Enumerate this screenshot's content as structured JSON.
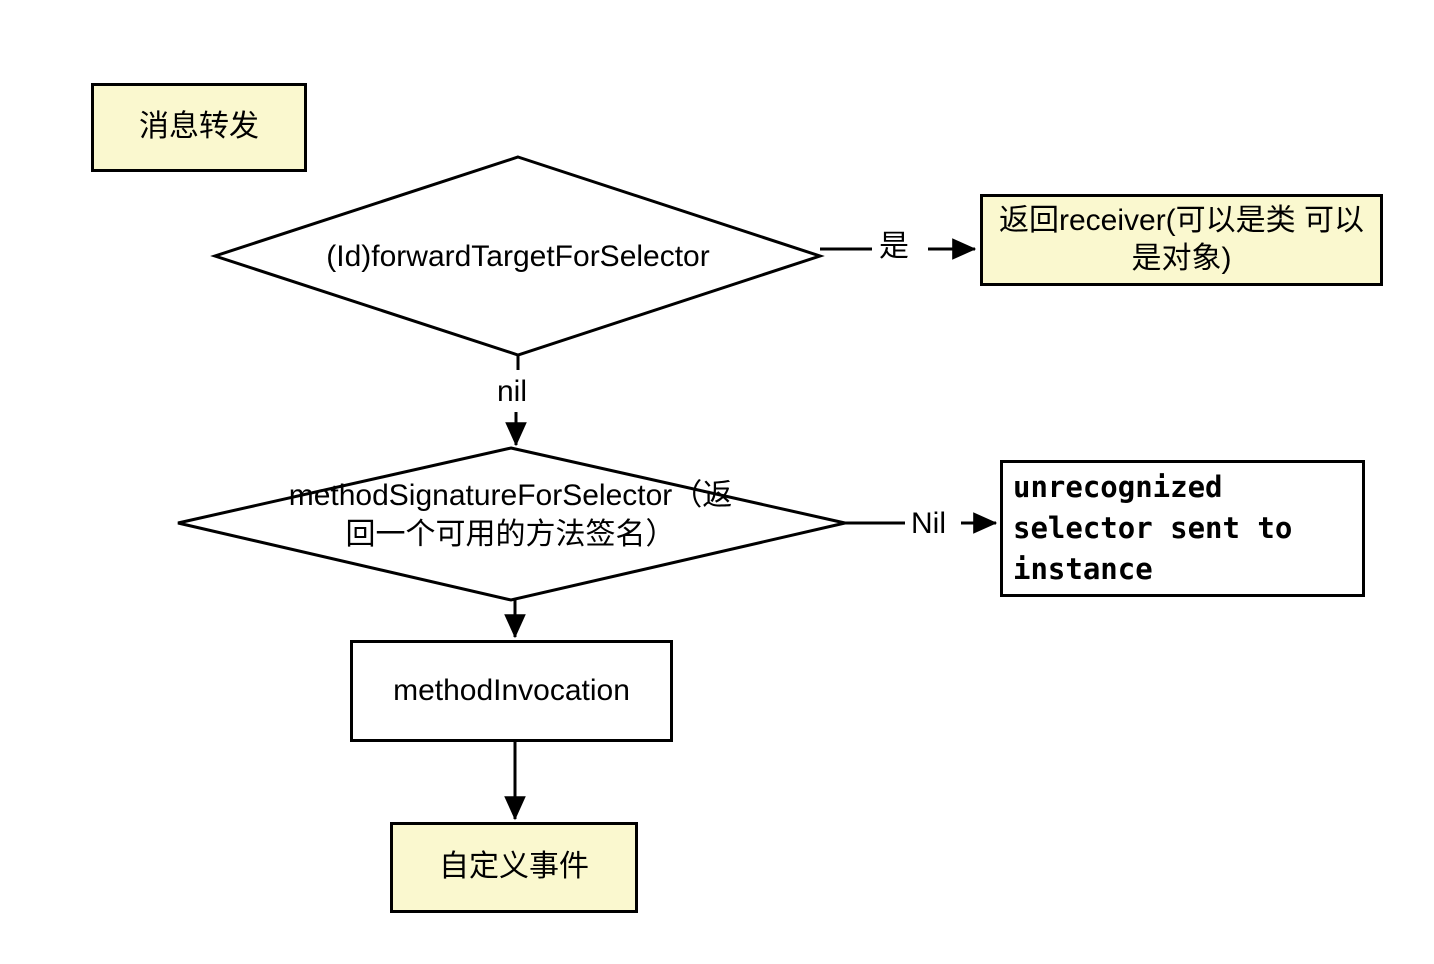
{
  "diagram": {
    "title": "消息转发",
    "colors": {
      "highlight_fill": "#faf8cf",
      "plain_fill": "#ffffff",
      "stroke": "#000000"
    },
    "nodes": {
      "start": {
        "label": "消息转发",
        "shape": "rect",
        "fill": "#faf8cf"
      },
      "forward_target": {
        "label": "(Id)forwardTargetForSelector",
        "shape": "diamond",
        "fill": "#ffffff"
      },
      "return_receiver": {
        "label": "返回receiver(可以是类 可以是对象)",
        "shape": "rect",
        "fill": "#faf8cf"
      },
      "method_signature": {
        "label": "methodSignatureForSelector（返\n回一个可用的方法签名）",
        "shape": "diamond",
        "fill": "#ffffff"
      },
      "unrecognized": {
        "label": "unrecognized selector sent to instance",
        "shape": "rect",
        "fill": "#ffffff"
      },
      "method_invocation": {
        "label": "methodInvocation",
        "shape": "rect",
        "fill": "#ffffff"
      },
      "custom_event": {
        "label": "自定义事件",
        "shape": "rect",
        "fill": "#faf8cf"
      }
    },
    "edges": [
      {
        "from": "forward_target",
        "to": "return_receiver",
        "label": "是"
      },
      {
        "from": "forward_target",
        "to": "method_signature",
        "label": "nil"
      },
      {
        "from": "method_signature",
        "to": "unrecognized",
        "label": "Nil"
      },
      {
        "from": "method_signature",
        "to": "method_invocation",
        "label": ""
      },
      {
        "from": "method_invocation",
        "to": "custom_event",
        "label": ""
      }
    ],
    "edge_labels": {
      "yes": "是",
      "nil_lower": "nil",
      "nil_upper": "Nil"
    }
  }
}
